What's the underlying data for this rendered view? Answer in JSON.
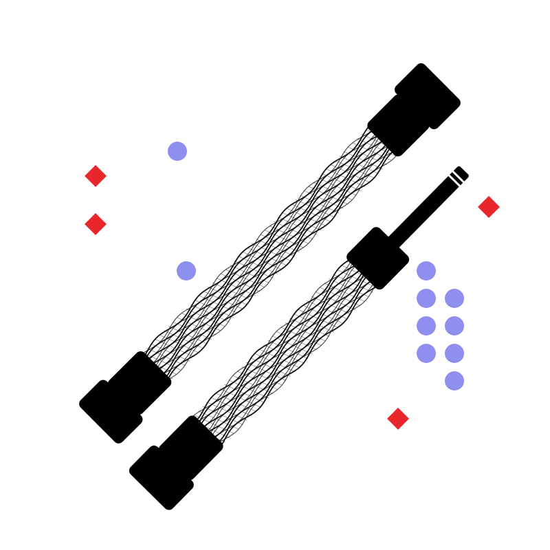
{
  "colors": {
    "background": "#ffffff",
    "connector": "#000000",
    "strand": "#111111",
    "braid_highlight": "#ffffff",
    "dot": "#8f8ff0",
    "diamond": "#e8262b"
  },
  "cables": [
    {
      "id": "cable-upper",
      "style": "double-connector"
    },
    {
      "id": "cable-lower",
      "style": "plug-connector"
    }
  ],
  "markers": {
    "dots_count": 10,
    "diamonds_count": 4
  }
}
